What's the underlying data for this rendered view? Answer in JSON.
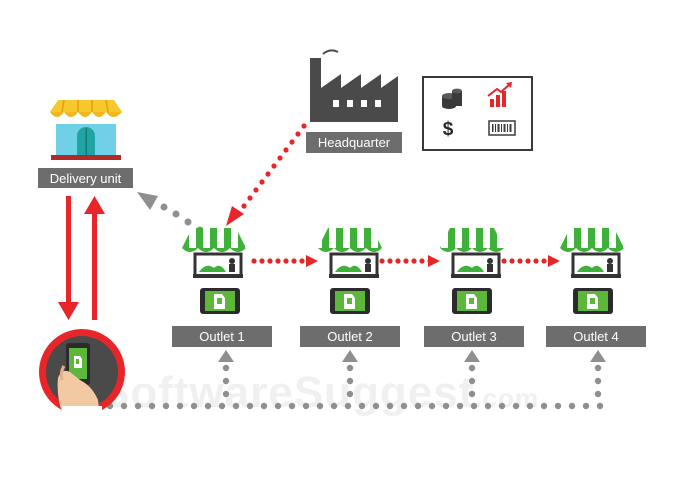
{
  "labels": {
    "delivery_unit": "Delivery unit",
    "headquarter": "Headquarter",
    "outlets": [
      "Outlet 1",
      "Outlet 2",
      "Outlet 3",
      "Outlet 4"
    ]
  },
  "watermark": {
    "main": "SoftwareSuggest",
    "suffix": ".com"
  },
  "icons": {
    "hq_panel": [
      "coins-icon",
      "bar-chart-icon",
      "dollar-icon",
      "barcode-icon"
    ],
    "factory": "factory-icon",
    "shop": "shop-icon",
    "outlet_stall": "stall-icon",
    "tablet": "tablet-icon",
    "phone_hand": "phone-hand-icon"
  },
  "colors": {
    "awning_green": "#3fb039",
    "awning_yellow": "#f6c82b",
    "label_grey": "#6d6d6d",
    "arrow_red": "#e8262a",
    "arrow_grey": "#8a8a8a",
    "tablet_green": "#5cb73a",
    "phone_circle": "#e8262a"
  }
}
